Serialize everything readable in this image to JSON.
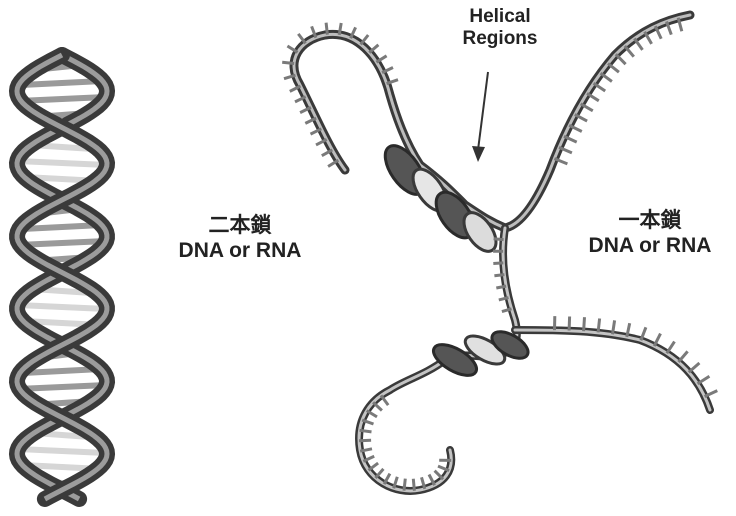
{
  "labels": {
    "helical": {
      "line1": "Helical",
      "line2": "Regions"
    },
    "double_strand": {
      "line1": "二本鎖",
      "line2": "DNA or RNA"
    },
    "single_strand": {
      "line1": "一本鎖",
      "line2": "DNA or RNA"
    }
  },
  "colors": {
    "background": "#ffffff",
    "ribbon_dark": "#3a3a3a",
    "ribbon_mid": "#6e6e6e",
    "ribbon_light": "#bdbdbd",
    "base_pair": "#8a8a8a",
    "text": "#222222"
  }
}
